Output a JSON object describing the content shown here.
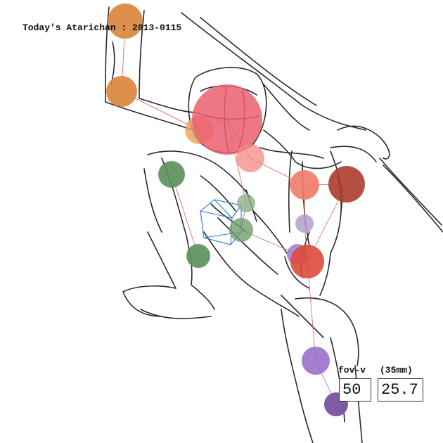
{
  "header": {
    "title": "Today's Atarichan : 2013-0115"
  },
  "camera": {
    "fov_label": "fov-v",
    "focal_unit_label": "(35mm)",
    "fov_value": "50",
    "focal_value": "25.7"
  },
  "colors": {
    "sketch_line": "#2a2a2a",
    "bone_line": "#e05a6a",
    "camera_gizmo": "#2b7bd6",
    "joint_orange": "#d9843a",
    "joint_head": "#ea5f70",
    "joint_salmon": "#ef7b66",
    "joint_darkred": "#ab3d2e",
    "joint_red": "#dd4a3b",
    "joint_green": "#5a8f5a",
    "joint_lightgreen": "#8fae8a",
    "joint_lavender": "#b39fcc",
    "joint_purple": "#9a70cc",
    "joint_darkpurple": "#7653a0"
  }
}
